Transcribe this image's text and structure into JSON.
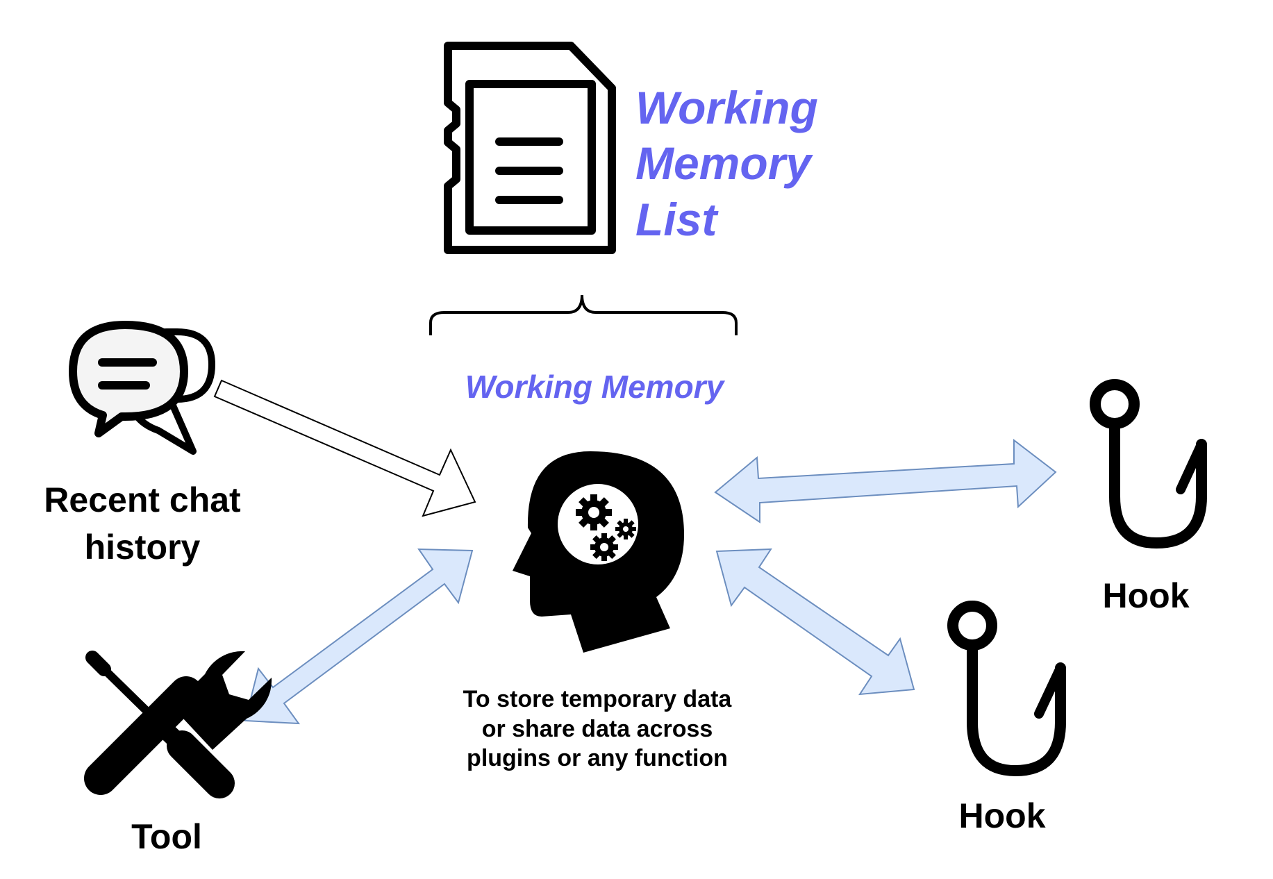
{
  "title": {
    "line1": "Working",
    "line2": "Memory",
    "line3": "List"
  },
  "working_memory_label": "Working Memory",
  "chat_label": {
    "line1": "Recent chat",
    "line2": "history"
  },
  "tool_label": "Tool",
  "hook_top_label": "Hook",
  "hook_bottom_label": "Hook",
  "description": {
    "line1": "To store temporary data",
    "line2": "or share data across",
    "line3": "plugins or any function"
  },
  "icons": {
    "memory_card": "sd-card-icon",
    "chat": "chat-bubbles-icon",
    "brain": "head-gears-icon",
    "tool": "wrench-screwdriver-icon",
    "hook_top": "hook-icon",
    "hook_bottom": "hook-icon"
  },
  "colors": {
    "accent_text": "#6464f0",
    "arrow_fill": "#dae8fc",
    "arrow_stroke": "#6c8ebf"
  }
}
